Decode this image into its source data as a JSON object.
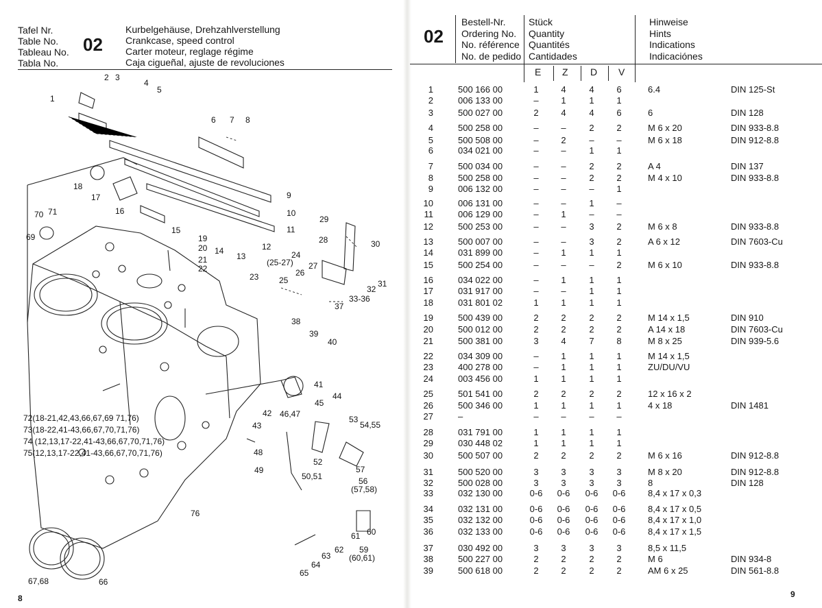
{
  "left_page": {
    "header_labels": [
      "Tafel Nr.",
      "Table No.",
      "Tableau No.",
      "Tabla No."
    ],
    "table_number": "02",
    "header_titles": [
      "Kurbelgehäuse, Drehzahlverstellung",
      "Crankcase, speed control",
      "Carter moteur, reglage régime",
      "Caja cigueñal, ajuste de revoluciones"
    ],
    "page_number": "8",
    "callouts": [
      "1",
      "2",
      "3",
      "4",
      "5",
      "6",
      "7",
      "8",
      "9",
      "10",
      "11",
      "12",
      "13",
      "14",
      "15",
      "16",
      "17",
      "18",
      "19",
      "20",
      "21",
      "22",
      "23",
      "24",
      "(25-27)",
      "25",
      "26",
      "27",
      "28",
      "29",
      "30",
      "31",
      "32",
      "33-36",
      "37",
      "38",
      "39",
      "40",
      "41",
      "42",
      "43",
      "44",
      "45",
      "46,47",
      "48",
      "49",
      "50,51",
      "52",
      "53",
      "54,55",
      "56",
      "(57,58)",
      "57",
      "59",
      "(60,61)",
      "60",
      "61",
      "62",
      "63",
      "64",
      "65",
      "66",
      "67,68",
      "69",
      "70",
      "71",
      "76"
    ],
    "legend": [
      "72(18-21,42,43,66,67,69 71,76)",
      "73(18-22,41-43,66,67,70,71,76)",
      "74 (12,13,17-22,41-43,66,67,70,71,76)",
      "75(12,13,17-22,41-43,66,67,70,71,76)"
    ]
  },
  "right_page": {
    "table_number": "02",
    "col_order": [
      "Bestell-Nr.",
      "Ordering No.",
      "No. référence",
      "No. de pedido"
    ],
    "col_qty": [
      "Stück",
      "Quantity",
      "Quantités",
      "Cantidades"
    ],
    "col_hints": [
      "Hinweise",
      "Hints",
      "Indications",
      "Indicaciónes"
    ],
    "qty_variants": [
      "E",
      "Z",
      "D",
      "V"
    ],
    "page_number": "9",
    "rows": [
      {
        "n": "1",
        "order": "500 166 00",
        "e": "1",
        "z": "4",
        "d": "4",
        "v": "6",
        "h1": "6.4",
        "h2": "DIN 125-St"
      },
      {
        "n": "2",
        "order": "006 133 00",
        "e": "–",
        "z": "1",
        "d": "1",
        "v": "1",
        "h1": "",
        "h2": ""
      },
      {
        "n": "3",
        "order": "500 027 00",
        "e": "2",
        "z": "4",
        "d": "4",
        "v": "6",
        "h1": "6",
        "h2": "DIN 128"
      },
      {
        "n": "4",
        "order": "500 258 00",
        "e": "–",
        "z": "–",
        "d": "2",
        "v": "2",
        "h1": "M 6 x 20",
        "h2": "DIN 933-8.8"
      },
      {
        "n": "5",
        "order": "500 508 00",
        "e": "–",
        "z": "2",
        "d": "–",
        "v": "–",
        "h1": "M 6 x 18",
        "h2": "DIN 912-8.8"
      },
      {
        "n": "6",
        "order": "034 021 00",
        "e": "–",
        "z": "–",
        "d": "1",
        "v": "1",
        "h1": "",
        "h2": ""
      },
      {
        "n": "7",
        "order": "500 034 00",
        "e": "–",
        "z": "–",
        "d": "2",
        "v": "2",
        "h1": "A 4",
        "h2": "DIN 137"
      },
      {
        "n": "8",
        "order": "500 258 00",
        "e": "–",
        "z": "–",
        "d": "2",
        "v": "2",
        "h1": "M 4 x 10",
        "h2": "DIN 933-8.8"
      },
      {
        "n": "9",
        "order": "006 132 00",
        "e": "–",
        "z": "–",
        "d": "–",
        "v": "1",
        "h1": "",
        "h2": ""
      },
      {
        "n": "10",
        "order": "006 131 00",
        "e": "–",
        "z": "–",
        "d": "1",
        "v": "–",
        "h1": "",
        "h2": ""
      },
      {
        "n": "11",
        "order": "006 129 00",
        "e": "–",
        "z": "1",
        "d": "–",
        "v": "–",
        "h1": "",
        "h2": ""
      },
      {
        "n": "12",
        "order": "500 253 00",
        "e": "–",
        "z": "–",
        "d": "3",
        "v": "2",
        "h1": "M 6 x 8",
        "h2": "DIN 933-8.8"
      },
      {
        "n": "13",
        "order": "500 007 00",
        "e": "–",
        "z": "–",
        "d": "3",
        "v": "2",
        "h1": "A 6 x 12",
        "h2": "DIN 7603-Cu"
      },
      {
        "n": "14",
        "order": "031 899 00",
        "e": "–",
        "z": "1",
        "d": "1",
        "v": "1",
        "h1": "",
        "h2": ""
      },
      {
        "n": "15",
        "order": "500 254 00",
        "e": "–",
        "z": "–",
        "d": "–",
        "v": "2",
        "h1": "M 6 x 10",
        "h2": "DIN 933-8.8"
      },
      {
        "n": "16",
        "order": "034 022 00",
        "e": "–",
        "z": "1",
        "d": "1",
        "v": "1",
        "h1": "",
        "h2": ""
      },
      {
        "n": "17",
        "order": "031 917 00",
        "e": "–",
        "z": "–",
        "d": "1",
        "v": "1",
        "h1": "",
        "h2": ""
      },
      {
        "n": "18",
        "order": "031 801 02",
        "e": "1",
        "z": "1",
        "d": "1",
        "v": "1",
        "h1": "",
        "h2": ""
      },
      {
        "n": "19",
        "order": "500 439 00",
        "e": "2",
        "z": "2",
        "d": "2",
        "v": "2",
        "h1": "M 14 x 1,5",
        "h2": "DIN 910"
      },
      {
        "n": "20",
        "order": "500 012 00",
        "e": "2",
        "z": "2",
        "d": "2",
        "v": "2",
        "h1": "A 14 x 18",
        "h2": "DIN 7603-Cu"
      },
      {
        "n": "21",
        "order": "500 381 00",
        "e": "3",
        "z": "4",
        "d": "7",
        "v": "8",
        "h1": "M 8 x 25",
        "h2": "DIN 939-5.6"
      },
      {
        "n": "22",
        "order": "034 309 00",
        "e": "–",
        "z": "1",
        "d": "1",
        "v": "1",
        "h1": "M 14 x 1,5",
        "h2": ""
      },
      {
        "n": "23",
        "order": "400 278 00",
        "e": "–",
        "z": "1",
        "d": "1",
        "v": "1",
        "h1": "ZU/DU/VU",
        "h2": ""
      },
      {
        "n": "24",
        "order": "003 456 00",
        "e": "1",
        "z": "1",
        "d": "1",
        "v": "1",
        "h1": "",
        "h2": ""
      },
      {
        "n": "25",
        "order": "501 541 00",
        "e": "2",
        "z": "2",
        "d": "2",
        "v": "2",
        "h1": "12 x 16 x 2",
        "h2": ""
      },
      {
        "n": "26",
        "order": "500 346 00",
        "e": "1",
        "z": "1",
        "d": "1",
        "v": "1",
        "h1": "4 x 18",
        "h2": "DIN 1481"
      },
      {
        "n": "27",
        "order": "–",
        "e": "–",
        "z": "–",
        "d": "–",
        "v": "–",
        "h1": "",
        "h2": ""
      },
      {
        "n": "28",
        "order": "031 791 00",
        "e": "1",
        "z": "1",
        "d": "1",
        "v": "1",
        "h1": "",
        "h2": ""
      },
      {
        "n": "29",
        "order": "030 448 02",
        "e": "1",
        "z": "1",
        "d": "1",
        "v": "1",
        "h1": "",
        "h2": ""
      },
      {
        "n": "30",
        "order": "500 507 00",
        "e": "2",
        "z": "2",
        "d": "2",
        "v": "2",
        "h1": "M 6 x 16",
        "h2": "DIN 912-8.8"
      },
      {
        "n": "31",
        "order": "500 520 00",
        "e": "3",
        "z": "3",
        "d": "3",
        "v": "3",
        "h1": "M 8 x 20",
        "h2": "DIN 912-8.8"
      },
      {
        "n": "32",
        "order": "500 028 00",
        "e": "3",
        "z": "3",
        "d": "3",
        "v": "3",
        "h1": "8",
        "h2": "DIN 128"
      },
      {
        "n": "33",
        "order": "032 130 00",
        "e": "0-6",
        "z": "0-6",
        "d": "0-6",
        "v": "0-6",
        "h1": "8,4 x 17 x 0,3",
        "h2": ""
      },
      {
        "n": "34",
        "order": "032 131 00",
        "e": "0-6",
        "z": "0-6",
        "d": "0-6",
        "v": "0-6",
        "h1": "8,4 x 17 x 0,5",
        "h2": ""
      },
      {
        "n": "35",
        "order": "032 132 00",
        "e": "0-6",
        "z": "0-6",
        "d": "0-6",
        "v": "0-6",
        "h1": "8,4 x 17 x 1,0",
        "h2": ""
      },
      {
        "n": "36",
        "order": "032 133 00",
        "e": "0-6",
        "z": "0-6",
        "d": "0-6",
        "v": "0-6",
        "h1": "8,4 x 17 x 1,5",
        "h2": ""
      },
      {
        "n": "37",
        "order": "030 492 00",
        "e": "3",
        "z": "3",
        "d": "3",
        "v": "3",
        "h1": "8,5 x 11,5",
        "h2": ""
      },
      {
        "n": "38",
        "order": "500 227 00",
        "e": "2",
        "z": "2",
        "d": "2",
        "v": "2",
        "h1": "M 6",
        "h2": "DIN 934-8"
      },
      {
        "n": "39",
        "order": "500 618 00",
        "e": "2",
        "z": "2",
        "d": "2",
        "v": "2",
        "h1": "AM 6 x 25",
        "h2": "DIN 561-8.8"
      }
    ]
  }
}
